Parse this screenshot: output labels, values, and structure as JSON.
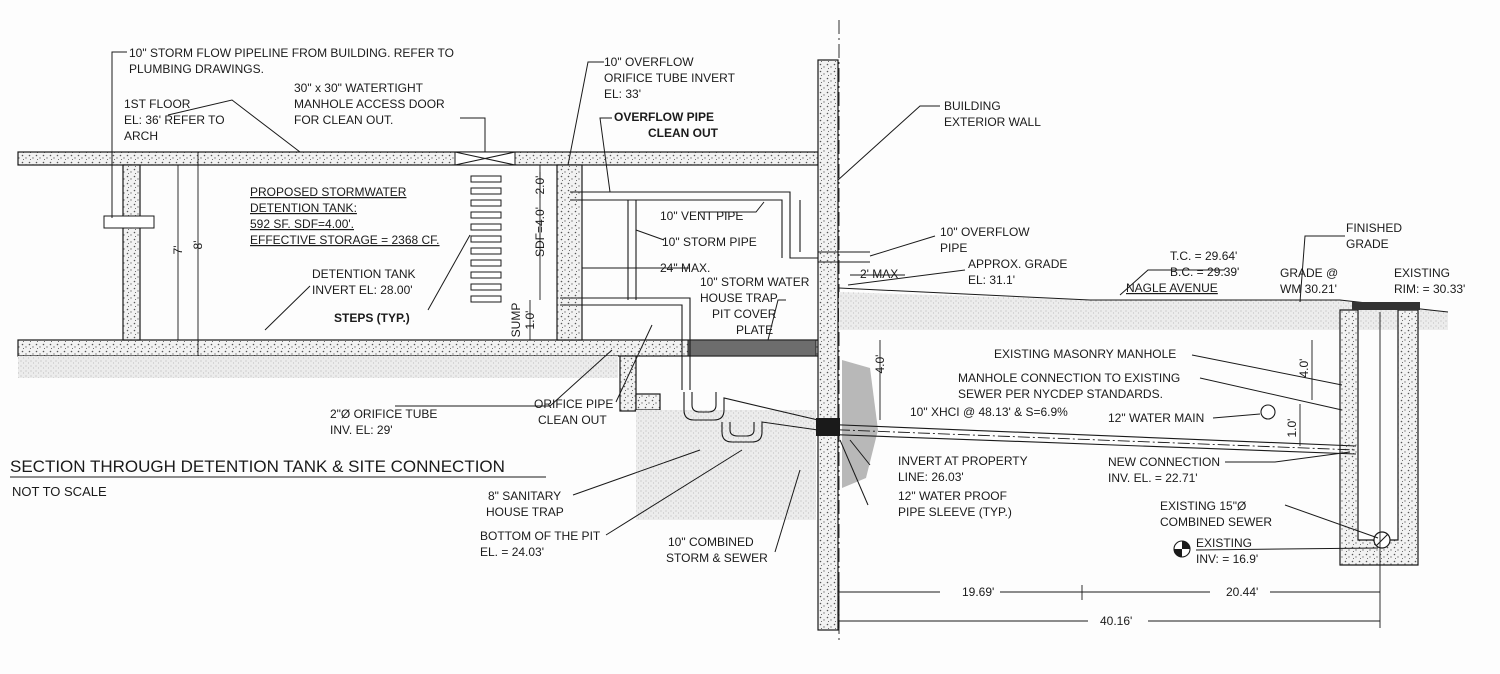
{
  "title": "SECTION THROUGH DETENTION TANK & SITE CONNECTION",
  "subtitle": "NOT TO SCALE",
  "tank_info": {
    "line1": "PROPOSED STORMWATER",
    "line2": "DETENTION TANK:",
    "line3": "592 SF. SDF=4.00'.",
    "line4": "EFFECTIVE STORAGE = 2368 CF."
  },
  "labels": {
    "storm_flow_1": "10\" STORM FLOW PIPELINE FROM BUILDING. REFER TO",
    "storm_flow_2": "PLUMBING DRAWINGS.",
    "first_floor_1": "1ST FLOOR",
    "first_floor_2": "EL: 36' REFER TO",
    "first_floor_3": "ARCH",
    "access_door_1": "30\" x 30\" WATERTIGHT",
    "access_door_2": "MANHOLE ACCESS DOOR",
    "access_door_3": "FOR CLEAN OUT.",
    "overflow_orifice_1": "10\" OVERFLOW",
    "overflow_orifice_2": "ORIFICE TUBE INVERT",
    "overflow_orifice_3": "EL: 33'",
    "overflow_cleanout_1": "OVERFLOW PIPE",
    "overflow_cleanout_2": "CLEAN OUT",
    "building_wall_1": "BUILDING",
    "building_wall_2": "EXTERIOR WALL",
    "vent_pipe": "10\" VENT PIPE",
    "storm_pipe": "10\" STORM PIPE",
    "max_24": "24\" MAX.",
    "overflow_pipe_1": "10\" OVERFLOW",
    "overflow_pipe_2": "PIPE",
    "approx_grade_1": "APPROX. GRADE",
    "approx_grade_2": "EL: 31.1'",
    "max_2": "2' MAX",
    "house_trap_1": "10\" STORM WATER",
    "house_trap_2": "HOUSE TRAP",
    "house_trap_3": "PIT COVER",
    "house_trap_4": "PLATE",
    "tank_invert_1": "DETENTION TANK",
    "tank_invert_2": "INVERT  EL: 28.00'",
    "steps": "STEPS (TYP.)",
    "sdf": "SDF=4.0'",
    "dim_2_0": "2.0'",
    "sump": "SUMP",
    "dim_1_0_sump": "1.0'",
    "dim_7": "7'",
    "dim_8": "8'",
    "orifice_tube_1": "2\"Ø ORIFICE TUBE",
    "orifice_tube_2": "INV. EL: 29'",
    "orifice_cleanout_1": "ORIFICE PIPE",
    "orifice_cleanout_2": "CLEAN OUT",
    "sanitary_trap_1": "8\" SANITARY",
    "sanitary_trap_2": "HOUSE TRAP",
    "pit_bottom_1": "BOTTOM OF THE PIT",
    "pit_bottom_2": "EL. = 24.03'",
    "combined_1": "10\" COMBINED",
    "combined_2": "STORM & SEWER",
    "invert_property_1": "INVERT AT PROPERTY",
    "invert_property_2": "LINE: 26.03'",
    "sleeve_1": "12\" WATER PROOF",
    "sleeve_2": "PIPE SLEEVE (TYP.)",
    "slope": "10\" XHCI @ 48.13' & S=6.9%",
    "dim_4_0_left": "4.0'",
    "tc": "T.C. = 29.64'",
    "bc": "B.C. = 29.39'",
    "street": "NAGLE AVENUE",
    "finished_grade_1": "FINISHED",
    "finished_grade_2": "GRADE",
    "grade_wm_1": "GRADE @",
    "grade_wm_2": "WM 30.21'",
    "existing_rim_1": "EXISTING",
    "existing_rim_2": "RIM: = 30.33'",
    "masonry_manhole": "EXISTING MASONRY MANHOLE",
    "mh_connection_1": "MANHOLE CONNECTION TO EXISTING",
    "mh_connection_2": "SEWER PER NYCDEP STANDARDS.",
    "water_main": "12\" WATER MAIN",
    "dim_4_0_right": "4.0'",
    "dim_1_0_right": "1.0'",
    "new_connection_1": "NEW CONNECTION",
    "new_connection_2": "INV. EL. = 22.71'",
    "existing_sewer_1": "EXISTING 15\"Ø",
    "existing_sewer_2": "COMBINED SEWER",
    "existing_inv_1": "EXISTING",
    "existing_inv_2": "INV: = 16.9'",
    "dim_19_69": "19.69'",
    "dim_20_44": "20.44'",
    "dim_40_16": "40.16'"
  }
}
